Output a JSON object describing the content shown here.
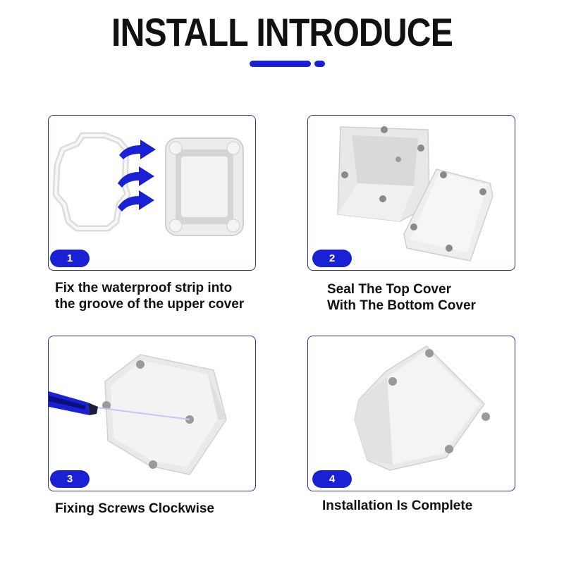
{
  "header": {
    "title": "INSTALL INTRODUCE",
    "accent_color": "#1a20d4"
  },
  "steps": [
    {
      "number": "1",
      "caption_line1": "Fix the waterproof strip into",
      "caption_line2": "the groove of the upper cover",
      "icon": "arrow-right-icon"
    },
    {
      "number": "2",
      "caption_line1": "Seal The Top Cover",
      "caption_line2": "With The Bottom Cover"
    },
    {
      "number": "3",
      "caption": "Fixing Screws Clockwise",
      "icon": "screwdriver-icon"
    },
    {
      "number": "4",
      "caption": "Installation Is Complete"
    }
  ]
}
